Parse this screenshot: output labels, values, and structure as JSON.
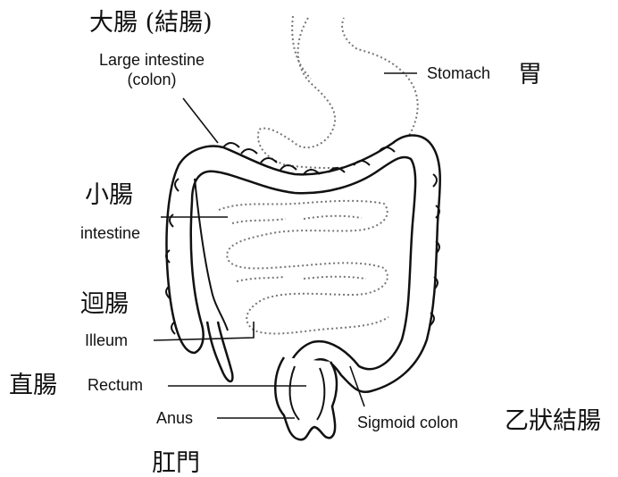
{
  "labels": {
    "large_intestine_cjk": "大腸 (結腸)",
    "large_intestine_en": "Large intestine",
    "large_intestine_en2": "(colon)",
    "stomach_en": "Stomach",
    "stomach_cjk": "胃",
    "small_intestine_cjk": "小腸",
    "small_intestine_en": "intestine",
    "ileum_cjk": "迴腸",
    "ileum_en": "Illeum",
    "rectum_cjk": "直腸",
    "rectum_en": "Rectum",
    "anus_en": "Anus",
    "anus_cjk": "肛門",
    "sigmoid_en": "Sigmoid colon",
    "sigmoid_cjk": "乙狀結腸"
  },
  "colors": {
    "ink": "#111111",
    "dotted_outline": "#777777"
  }
}
